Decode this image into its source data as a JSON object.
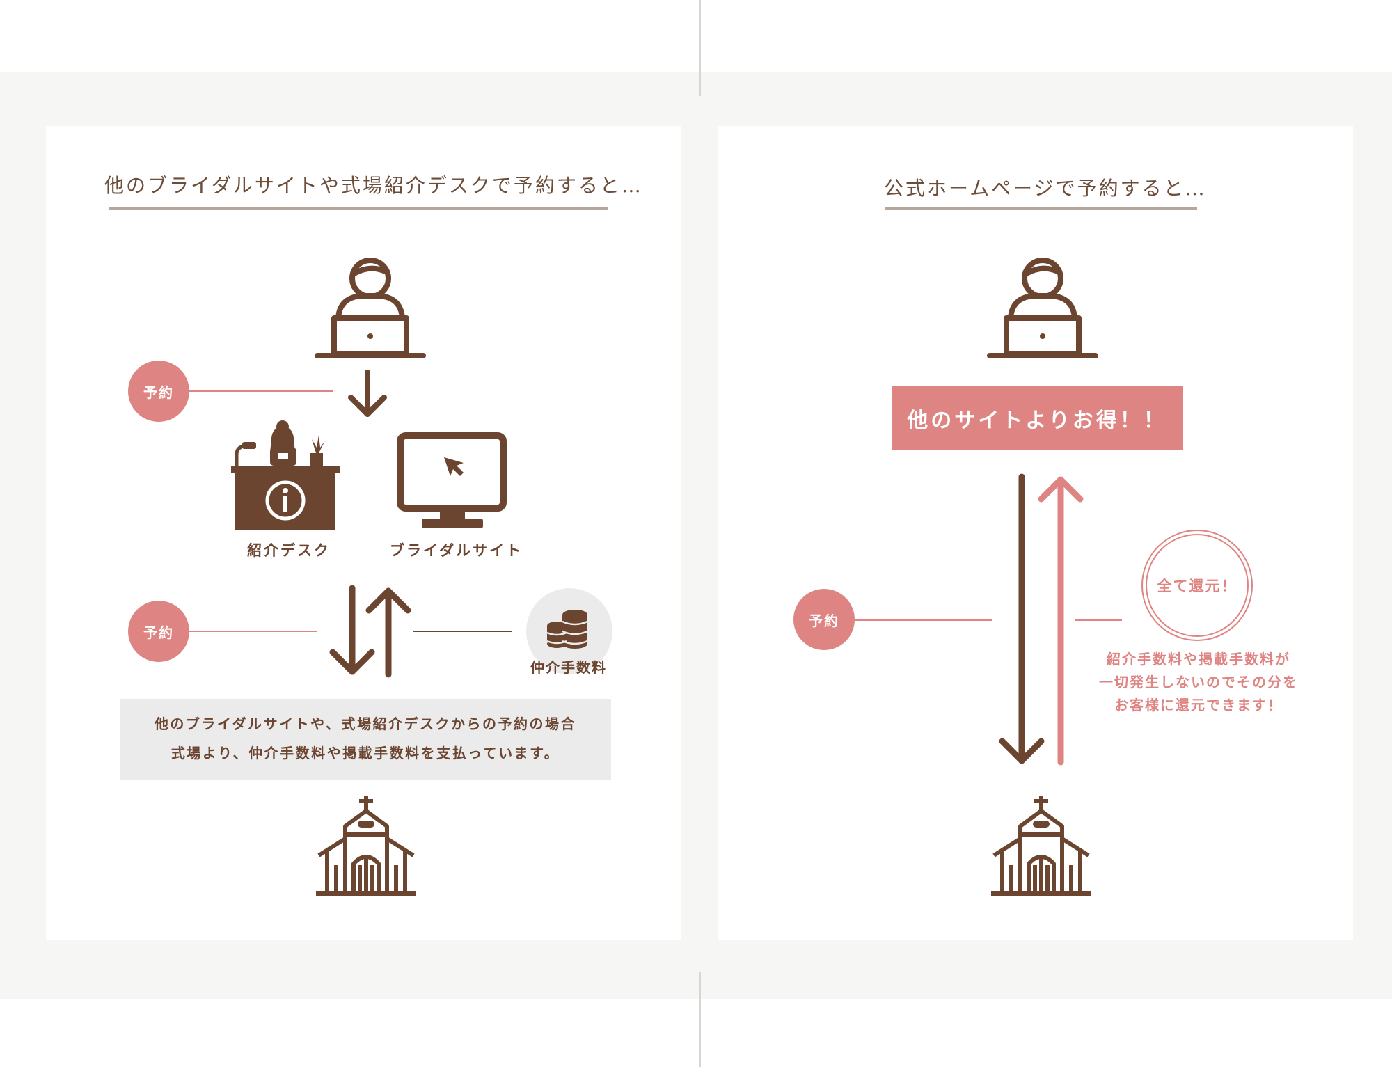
{
  "left_panel": {
    "heading": "他のブライダルサイトや式場紹介デスクで予約すると…",
    "reserve_label_top": "予約",
    "reserve_label_bottom": "予約",
    "desk_label": "紹介デスク",
    "site_label": "ブライダルサイト",
    "fee_label": "仲介手数料",
    "note_line1": "他のブライダルサイトや、式場紹介デスクからの予約の場合",
    "note_line2": "式場より、仲介手数料や掲載手数料を支払っています。"
  },
  "right_panel": {
    "heading": "公式ホームページで予約すると…",
    "banner": "他のサイトよりお得！！",
    "reserve_label": "予約",
    "ring_text": "全て還元！",
    "note_line1": "紹介手数料や掲載手数料が",
    "note_line2": "一切発生しないのでその分を",
    "note_line3": "お客様に還元できます！"
  },
  "colors": {
    "brown": "#6b4530",
    "pink": "#de8583",
    "heading": "#6b4d3a",
    "band": "#f6f6f4",
    "note_box": "#ebebeb"
  }
}
